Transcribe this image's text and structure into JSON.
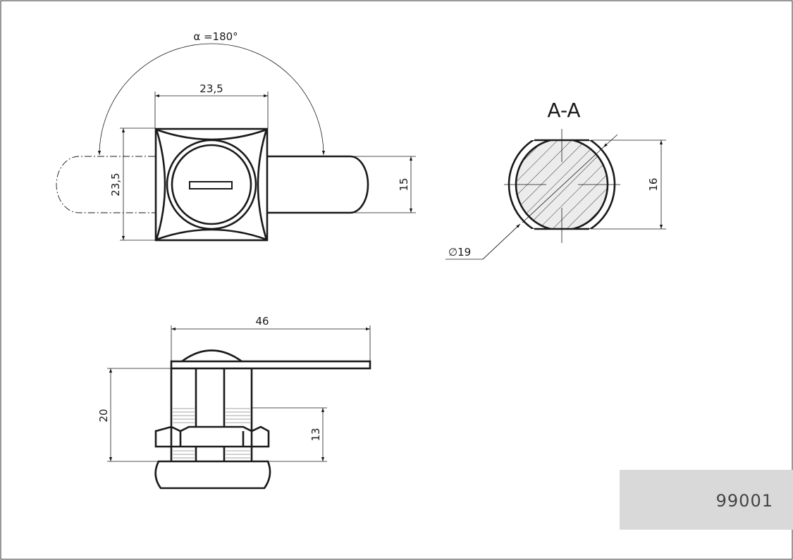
{
  "drawing": {
    "angle_label": "α =180°",
    "top_view": {
      "width_dim": "23,5",
      "height_dim": "23,5",
      "bar_height_dim": "15"
    },
    "section": {
      "title": "A-A",
      "flat_dim": "16",
      "diameter_dim": "∅19"
    },
    "side_view": {
      "length_dim": "46",
      "height_dim": "20",
      "thread_dim": "13"
    },
    "part_number": "99001"
  }
}
